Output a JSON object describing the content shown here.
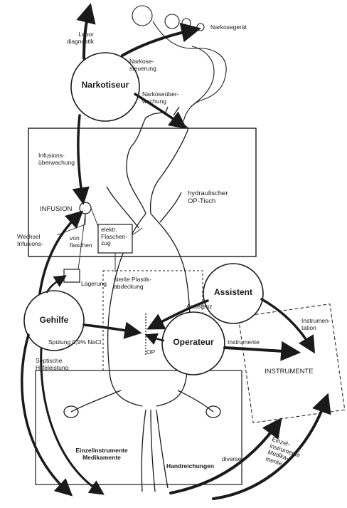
{
  "roles": {
    "narkotiseur": "Narkotiseur",
    "gehilfe": "Gehilfe",
    "assistent": "Assistent",
    "operateur": "Operateur"
  },
  "labels": {
    "labor": "Labor\ndiagnostik",
    "narkosegeraet": "Narkosegerät",
    "narkosesteuerung": "Narkose-\nsteuerung",
    "narkoseueberwachung": "Narkoseüber-\nwachung",
    "infusionsueberwachung": "Infusions-\nüberwachung",
    "infusion": "INFUSION",
    "op_tisch": "hydraulischer\nOP-Tisch",
    "wechsel": "Wechsel\nInfusions-",
    "von_flaschen": "von\nflaschen",
    "flaschenzug": "elektr.\nFlaschen-\nzug",
    "lagerung": "Lagerung",
    "plastikabdeckung": "sterile Plastik-\nabdeckung",
    "assistenz": "Assistenz",
    "spuelung": "Spülung 0,9% NaCl",
    "op": "OP",
    "instrumente_flow": "Instrumente",
    "instrumentation": "Instrumen-\ntation",
    "instrumente_table": "INSTRUMENTE",
    "septische": "Septische\nHilfeleistung",
    "einzelinstrumente": "Einzelinstrumente\nMedikamente",
    "handreichungen": "Handreichungen",
    "diverse": "diverse",
    "einzel_medikamente": "Einzel-\ninstrumente\nMedika-\nmente"
  },
  "colors": {
    "ink": "#1a1a1a",
    "paper": "#ffffff"
  }
}
